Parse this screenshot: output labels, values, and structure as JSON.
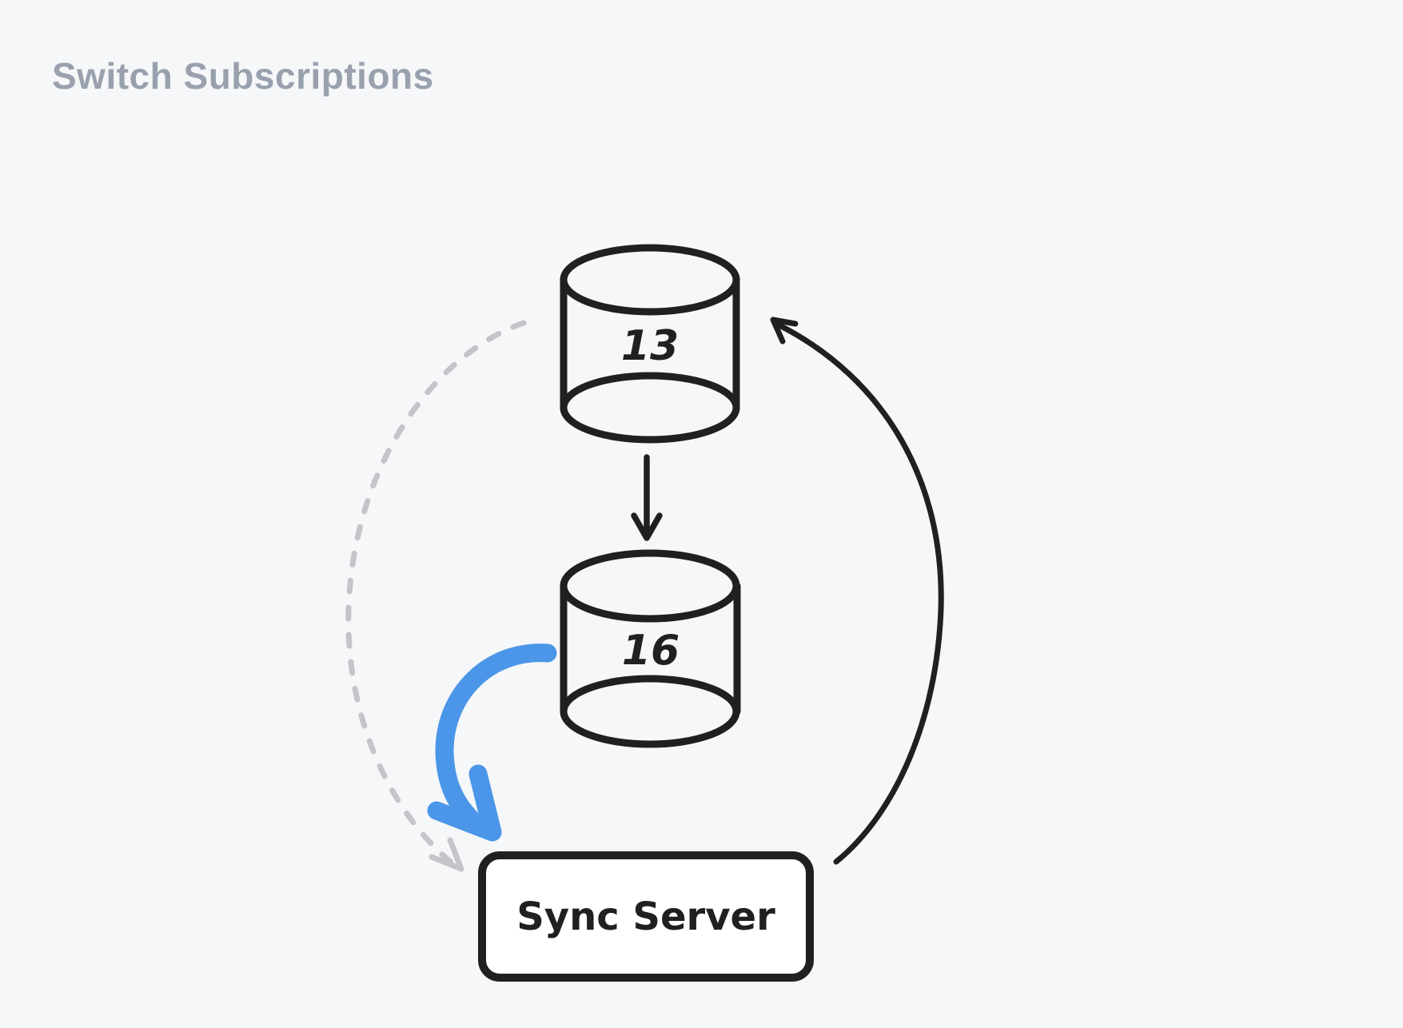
{
  "page": {
    "title": "Switch Subscriptions"
  },
  "colors": {
    "bg": "#f6f7f9",
    "stroke": "#1e2022",
    "muted": "#c3c5c8",
    "accent": "#4b96e8",
    "title": "#99a1ae",
    "fill": "#ffffff"
  },
  "diagram": {
    "nodes": {
      "db13": {
        "type": "database-cylinder",
        "label": "13"
      },
      "db16": {
        "type": "database-cylinder",
        "label": "16"
      },
      "sync_server": {
        "type": "rounded-rectangle",
        "label": "Sync Server"
      }
    },
    "edges": [
      {
        "from": "db13",
        "to": "db16",
        "style": "solid",
        "color": "stroke",
        "arrowhead": "end"
      },
      {
        "from": "db16",
        "to": "sync_server",
        "style": "solid-thick",
        "color": "accent",
        "arrowhead": "end"
      },
      {
        "from": "db13",
        "to": "sync_server",
        "style": "dashed",
        "color": "muted",
        "arrowhead": "end"
      },
      {
        "from": "sync_server",
        "to": "db13",
        "style": "solid",
        "color": "stroke",
        "arrowhead": "end"
      }
    ]
  }
}
